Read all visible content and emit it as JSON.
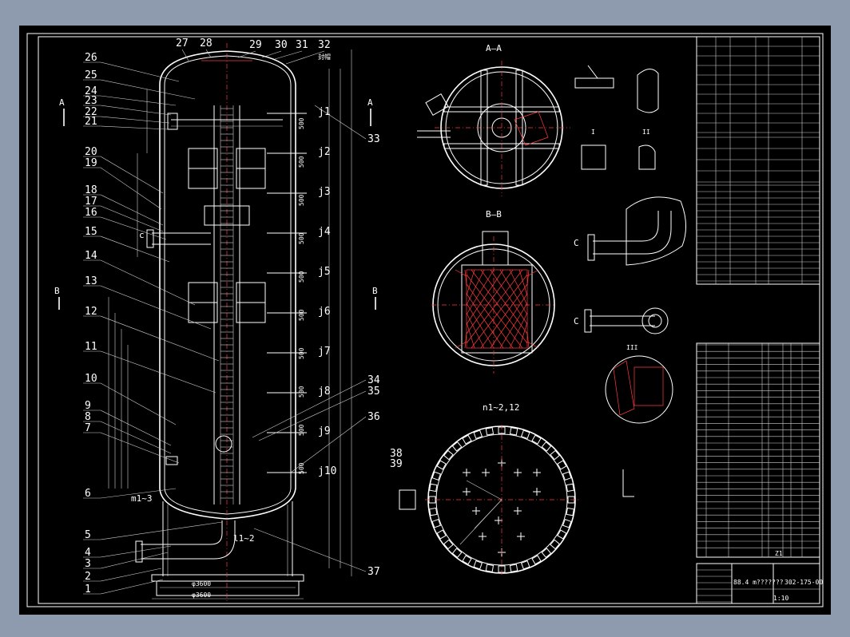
{
  "drawing": {
    "sheet_number": "Z1",
    "title_block": {
      "drawing_number": "302-175-00",
      "capacity": "88.4 m???????",
      "scale_text": "1:10"
    }
  },
  "main_view": {
    "leader_numbers": [
      "1",
      "2",
      "3",
      "4",
      "5",
      "6",
      "7",
      "8",
      "9",
      "10",
      "11",
      "12",
      "13",
      "14",
      "15",
      "16",
      "17",
      "18",
      "19",
      "20",
      "21",
      "22",
      "23",
      "24",
      "25",
      "26",
      "27",
      "28",
      "29",
      "30",
      "31",
      "32",
      "33",
      "34",
      "35",
      "36",
      "37",
      "38",
      "39"
    ],
    "nozzle_tags": [
      "j1",
      "j2",
      "j3",
      "j4",
      "j5",
      "j6",
      "j7",
      "j8",
      "j9",
      "j10"
    ],
    "other_labels": {
      "m1_3": "m1~3",
      "l1_2": "l1~2",
      "section_a": "A",
      "section_b": "B",
      "c": "c",
      "cap_label": "封帽"
    },
    "dims_vertical": [
      "500",
      "500",
      "500",
      "500",
      "500",
      "500",
      "500",
      "500",
      "500",
      "500"
    ],
    "diameter_label": "φ3600",
    "diameter_label_2": "φ3600"
  },
  "views": {
    "aa": "A—A",
    "bb": "B—B",
    "n": "n1~2,12",
    "c": "C",
    "i": "I",
    "ii": "II",
    "iii": "III"
  },
  "parts_list": {
    "rows": 32
  }
}
